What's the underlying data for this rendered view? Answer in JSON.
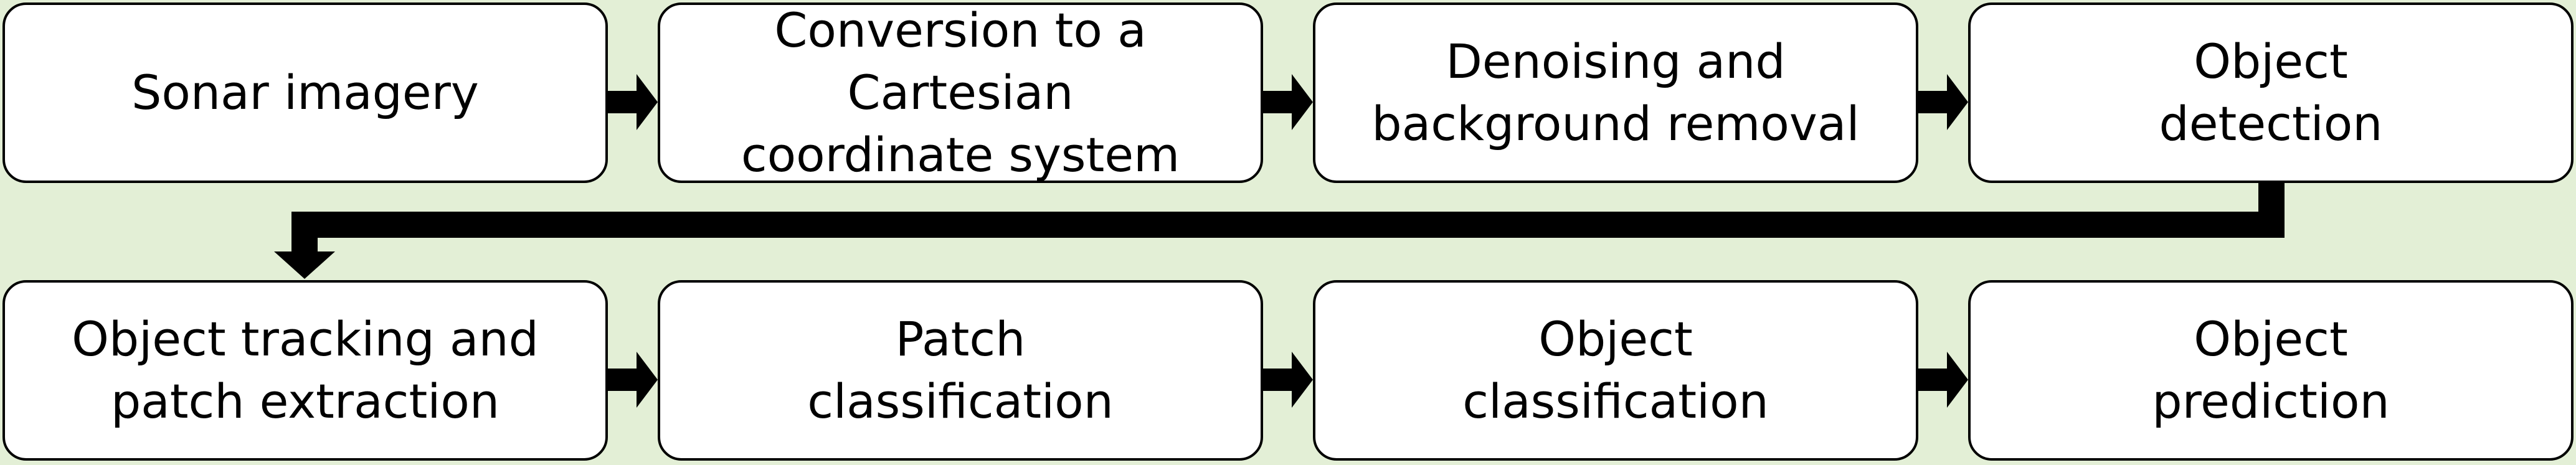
{
  "diagram": {
    "background_color": "#e3efd6",
    "arrow_color": "#000000",
    "steps": [
      {
        "label": "Sonar imagery"
      },
      {
        "label": "Conversion to a Cartesian\ncoordinate system"
      },
      {
        "label": "Denoising and\nbackground removal"
      },
      {
        "label": "Object\ndetection"
      },
      {
        "label": "Object tracking and\npatch extraction"
      },
      {
        "label": "Patch\nclassification"
      },
      {
        "label": "Object\nclassification"
      },
      {
        "label": "Object\nprediction"
      }
    ]
  }
}
